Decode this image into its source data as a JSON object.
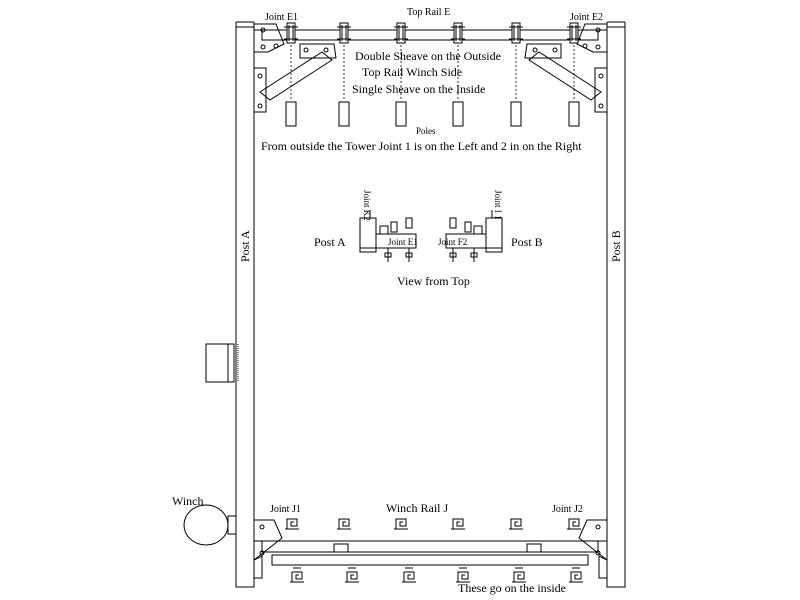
{
  "labels": {
    "joint_e1": "Joint E1",
    "joint_e2": "Joint E2",
    "top_rail": "Top Rail  E",
    "double_sheave": "Double Sheave on the Outside",
    "top_rail_winch_side": "Top Rail Winch Side",
    "single_sheave": "Single Sheave on the Inside",
    "poles": "Poles",
    "orientation_note": "From outside the Tower Joint 1 is on the Left and 2 in on the Right",
    "post_a_top_view": "Post A",
    "post_b_top_view": "Post B",
    "joint_k2": "Joint K2",
    "joint_i1": "Joint I 1",
    "joint_e1_small": "Joint E1",
    "joint_f2_small": "Joint F2",
    "view_from_top": "View from Top",
    "post_a_vertical": "Post A",
    "post_b_vertical": "Post B",
    "winch": "Winch",
    "joint_j1": "Joint J1",
    "joint_j2": "Joint J2",
    "winch_rail": "Winch Rail  J",
    "inside_note": "These go on the inside"
  }
}
